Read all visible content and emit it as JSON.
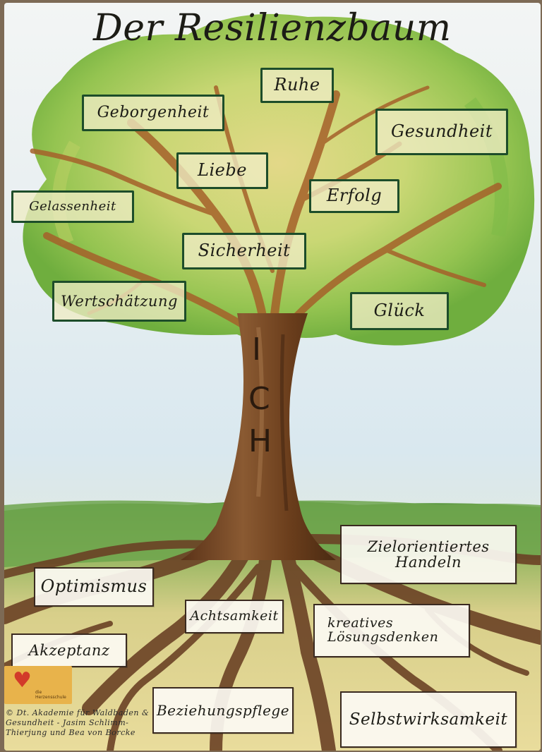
{
  "title": "Der Resilienzbaum",
  "trunk_text": [
    "I",
    "C",
    "H"
  ],
  "crown_labels": {
    "ruhe": "Ruhe",
    "geborgenheit": "Geborgenheit",
    "gesundheit": "Gesundheit",
    "liebe": "Liebe",
    "gelassenheit": "Gelassenheit",
    "erfolg": "Erfolg",
    "sicherheit": "Sicherheit",
    "wertschaetzung": "Wertschätzung",
    "glueck": "Glück"
  },
  "root_labels": {
    "zielorientiertes_handeln_1": "Zielorientiertes",
    "zielorientiertes_handeln_2": "Handeln",
    "optimismus": "Optimismus",
    "achtsamkeit": "Achtsamkeit",
    "kreatives_1": "kreatives",
    "kreatives_2": "Lösungsdenken",
    "akzeptanz": "Akzeptanz",
    "beziehungspflege": "Beziehungspflege",
    "selbstwirksamkeit": "Selbstwirksamkeit"
  },
  "logo": {
    "text": "die Herzensschule"
  },
  "copyright": "© Dt. Akademie für Waldbaden & Gesundheit - Jasim Schlimm-Thierjung und Bea von Borcke",
  "colors": {
    "crown_green": "#8cc24a",
    "trunk_brown": "#6b3e1c",
    "leaf_border": "#1d4d2a",
    "grass_green": "#5f9a45",
    "sky": "#d9e8ef"
  }
}
